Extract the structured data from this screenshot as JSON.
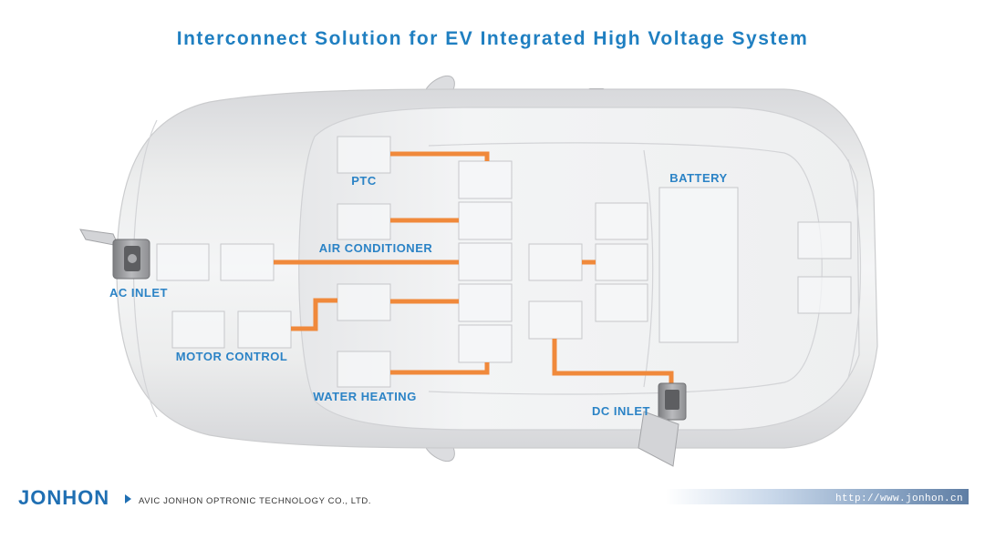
{
  "title": "Interconnect Solution for EV Integrated High Voltage System",
  "labels": {
    "ptc": "PTC",
    "battery": "BATTERY",
    "air_conditioner": "AIR CONDITIONER",
    "ac_inlet": "AC INLET",
    "motor_control": "MOTOR CONTROL",
    "water_heating": "WATER HEATING",
    "dc_inlet": "DC INLET"
  },
  "footer": {
    "brand": "JONHON",
    "company": "AVIC JONHON OPTRONIC TECHNOLOGY CO., LTD.",
    "url": "http://www.jonhon.cn"
  },
  "icons": {
    "footer_arrow": "triangle-right-icon"
  },
  "colors": {
    "title": "#1f7fc1",
    "label": "#2b83c6",
    "harness": "#f0893b",
    "brand": "#1f6fb3"
  }
}
